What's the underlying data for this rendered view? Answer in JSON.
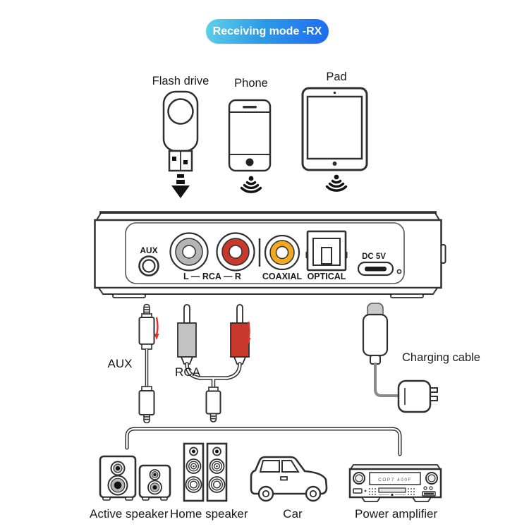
{
  "header": {
    "badge_label": "Receiving mode -RX"
  },
  "sources": {
    "flash_drive": {
      "label": "Flash drive"
    },
    "phone": {
      "label": "Phone"
    },
    "pad": {
      "label": "Pad"
    }
  },
  "receiver": {
    "aux_label": "AUX",
    "rca_label": "L — RCA — R",
    "coaxial_label": "COAXIAL",
    "optical_label": "OPTICAL",
    "dc_label": "DC 5V"
  },
  "cables": {
    "aux": {
      "label": "AUX"
    },
    "rca": {
      "label": "RCA"
    },
    "charging": {
      "label": "Charging cable"
    }
  },
  "outputs": {
    "active_speaker": {
      "label": "Active speaker"
    },
    "home_speaker": {
      "label": "Home speaker"
    },
    "car": {
      "label": "Car"
    },
    "amplifier": {
      "label": "Power amplifier",
      "display_text": "COP7 400F"
    }
  },
  "colors": {
    "badge_gradient_start": "#5fd2e8",
    "badge_gradient_end": "#1d6af0",
    "rca_left": "#b5b5b5",
    "rca_right": "#c8392b",
    "coaxial": "#f2a81f",
    "plug_gray": "#c2c2c2",
    "plug_red": "#c8392b",
    "arrow_red": "#e03228",
    "usb_tip_gray": "#c9c9c9",
    "outline": "#2f2f2f"
  },
  "icons": [
    "flash-drive-icon",
    "phone-icon",
    "pad-icon",
    "wireless-signal-icon",
    "down-arrow-icon",
    "receiver-back-panel",
    "aux-port-icon",
    "rca-left-port-icon",
    "rca-right-port-icon",
    "coaxial-port-icon",
    "optical-port-icon",
    "usb-c-port-icon",
    "led-dot-icon",
    "aux-cable-icon",
    "rca-cable-icon",
    "charging-cable-icon",
    "red-arrow-icon",
    "connection-line",
    "active-speaker-icon",
    "home-speaker-icon",
    "car-icon",
    "power-amplifier-icon"
  ]
}
